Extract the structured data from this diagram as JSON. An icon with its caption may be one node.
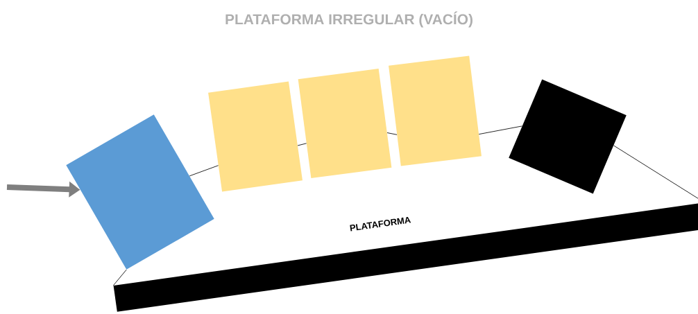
{
  "diagram": {
    "title": "PLATAFORMA IRREGULAR (VACÍO)",
    "nodes": [
      {
        "text": [],
        "shape": "box"
      },
      {
        "text": [],
        "shape": "box"
      },
      {
        "text": [],
        "shape": "box"
      },
      {
        "text": [],
        "shape": "box"
      },
      {
        "text": [],
        "shape": "box"
      },
      {
        "text": [],
        "shape": "bar",
        "beside": [
          "PLATAFORMA"
        ]
      }
    ],
    "edges": [
      {
        "from": 5,
        "to": 0,
        "arrow": "none"
      },
      {
        "from": 0,
        "to": 1,
        "arrow": "none"
      },
      {
        "from": 1,
        "to": 2,
        "arrow": "none"
      },
      {
        "from": 2,
        "to": 3,
        "arrow": "none"
      },
      {
        "from": 3,
        "to": 4,
        "arrow": "none"
      },
      {
        "from": 4,
        "to": 5,
        "arrow": "none"
      },
      {
        "from": null,
        "to": 0,
        "arrow": "to",
        "style": "thick",
        "color": "#7f7f7f"
      }
    ]
  }
}
